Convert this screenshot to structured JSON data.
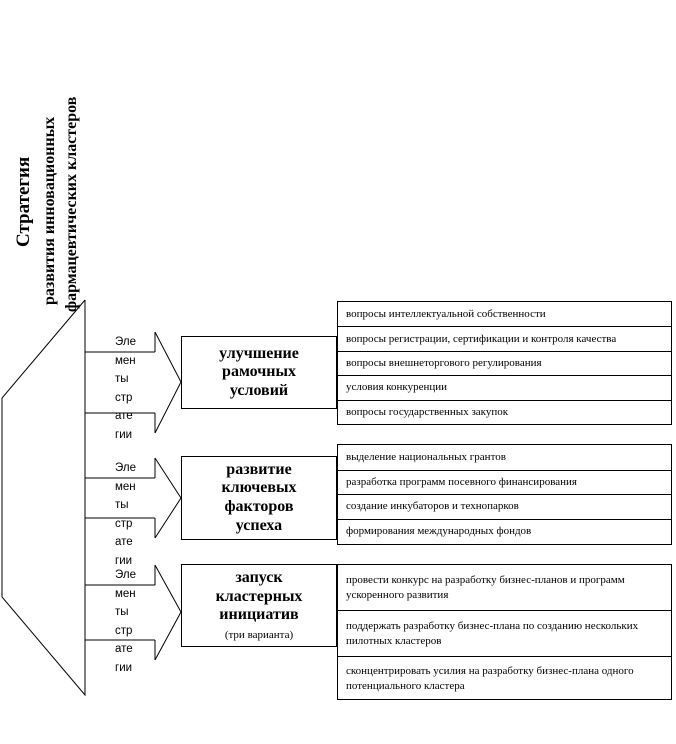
{
  "title": {
    "line1": "Стратегия",
    "line2": "развития инновационных",
    "line3": "фармацевтических кластеров"
  },
  "element_label": [
    "Эле",
    "мен",
    "ты",
    "стр",
    "ате",
    "гии"
  ],
  "groups": [
    {
      "center_lines": [
        "улучшение",
        "рамочных",
        "условий"
      ],
      "items": [
        "вопросы интеллектуальной собственности",
        "вопросы регистрации, сертификации и контроля качества",
        "вопросы внешнеторгового регулирования",
        "условия конкуренции",
        "вопросы государственных закупок"
      ]
    },
    {
      "center_lines": [
        "развитие",
        "ключевых",
        "факторов",
        "успеха"
      ],
      "items": [
        "выделение национальных грантов",
        "разработка программ посевного финансирования",
        "создание инкубаторов и технопарков",
        "формирования международных фондов"
      ]
    },
    {
      "center_lines": [
        "запуск",
        "кластерных",
        "инициатив"
      ],
      "center_note": "(три варианта)",
      "items": [
        "провести конкурс на разработку бизнес-планов и программ ускоренного развития",
        "поддержать разработку бизнес-плана по созданию нескольких пилотных кластеров",
        "сконцентрировать усилия на разработку бизнес-плана одного потенциального кластера"
      ]
    }
  ]
}
